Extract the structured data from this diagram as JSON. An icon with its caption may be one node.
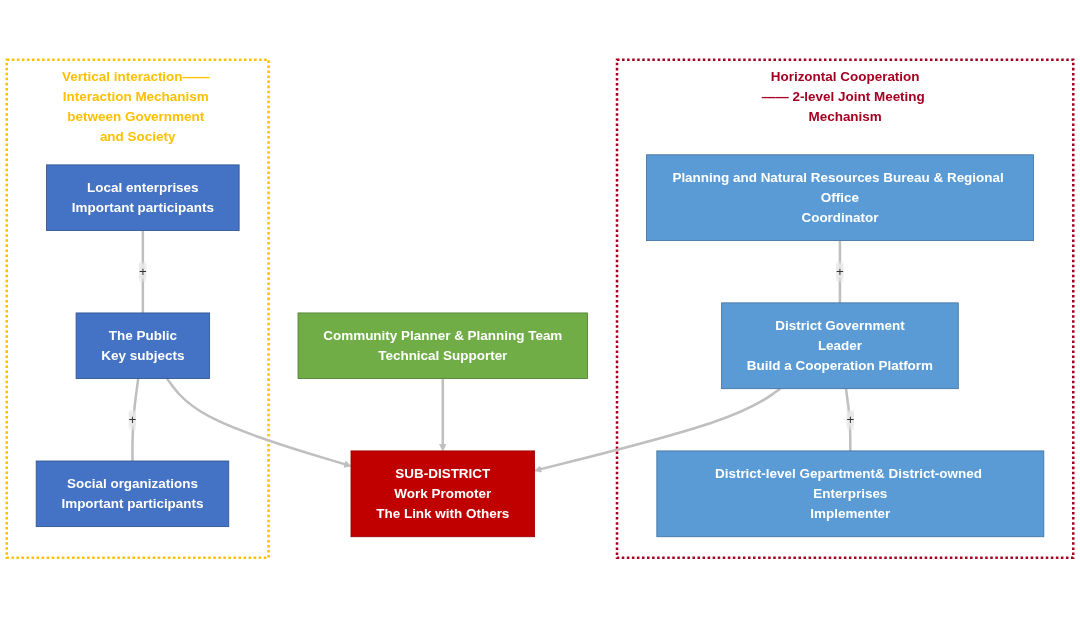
{
  "diagram": {
    "nodes": [
      {
        "text": [
          "Horizontal Cooperation—— 2-level Joint Meeting Mechanism"
        ]
      },
      {
        "text": [
          "Planning and Natural Resources Bureau & Regional Office",
          "Coordinator"
        ],
        "in": 0
      },
      {
        "text": [
          "District Government",
          "Leader",
          "Build a Cooperation Platform"
        ],
        "in": 0
      },
      {
        "text": [
          "District-level Gepartment& District-owned Enterprises",
          "Implementer"
        ],
        "in": 0
      },
      {
        "text": [
          "SUB-DISTRICT",
          "Work Promoter",
          "The Link with Others"
        ]
      },
      {
        "text": [
          "Community Planner & Planning Team",
          "Technical Supporter"
        ]
      },
      {
        "text": [
          "Vertical interaction—— Interaction Mechanism between Government and Society"
        ]
      },
      {
        "text": [
          "Local enterprises",
          "Important participants"
        ],
        "in": 6
      },
      {
        "text": [
          "The Public",
          "Key subjects"
        ],
        "in": 6
      },
      {
        "text": [
          "Social organizations",
          "Important participants"
        ],
        "in": 6
      }
    ],
    "edges": [
      {
        "from": 1,
        "to": 2,
        "arrow": "none",
        "label": "+"
      },
      {
        "from": 2,
        "to": 3,
        "arrow": "none",
        "label": "+"
      },
      {
        "from": 2,
        "to": 4,
        "arrow": "to"
      },
      {
        "from": 5,
        "to": 4,
        "arrow": "to"
      },
      {
        "from": 8,
        "to": 4,
        "arrow": "to"
      },
      {
        "from": 7,
        "to": 8,
        "arrow": "none",
        "label": "+"
      },
      {
        "from": 8,
        "to": 9,
        "arrow": "none",
        "label": "+"
      }
    ]
  }
}
